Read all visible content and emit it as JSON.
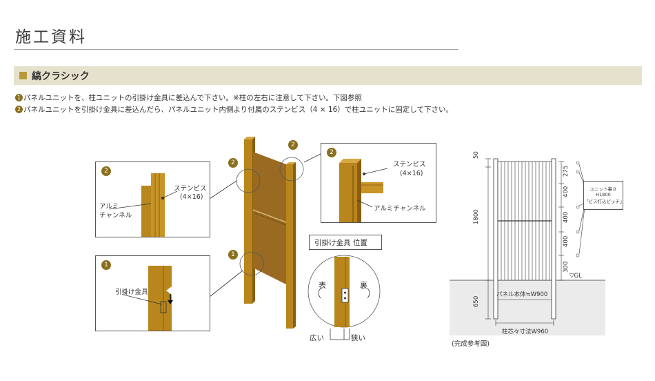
{
  "page_title": "施工資料",
  "section": {
    "title": "縞クラシック"
  },
  "instructions": [
    {
      "num": "1",
      "text": "パネルユニットを、柱ユニットの引掛け金具に差込んで下さい。※柱の左右に注意して下さい。下図参照"
    },
    {
      "num": "2",
      "text": "パネルユニットを引掛け金具に差込んだら、パネルユニット内側より付属のステンビス（4 × 16）で柱ユニットに固定して下さい。"
    }
  ],
  "detail_left_2": {
    "badge": "2",
    "screw_label": "ステンビス",
    "screw_size": "(4×16)",
    "channel_label_1": "アルミ",
    "channel_label_2": "チャンネル"
  },
  "detail_right_2": {
    "badge": "2",
    "screw_label": "ステンビス",
    "screw_size": "(4×16)",
    "channel_label": "アルミチャンネル"
  },
  "detail_left_1": {
    "badge": "1",
    "hook_label": "引掛け金具"
  },
  "callouts": {
    "top_left": "2",
    "top_right": "2",
    "bottom": "1"
  },
  "hook_position": {
    "title": "引掛け金具 位置",
    "front": "表",
    "back": "裏",
    "wide": "広い",
    "narrow": "狭い"
  },
  "elevation": {
    "dim_top": "50",
    "dim_height": "1800",
    "dim_ground": "650",
    "right_dims": [
      "275",
      "400",
      "400",
      "400",
      "300"
    ],
    "gl": "▽GL",
    "note_1": "ユニット裏さ",
    "note_2": "H1800",
    "note_3": "「ビス打込ピッチ」",
    "panel_width": "パネル本体≒W900",
    "post_width": "柱芯々寸法W960",
    "caption": "(完成参考図)"
  },
  "colors": {
    "wood": "#b8861c",
    "wood_dark": "#8a5d10",
    "panel": "#9a6a22",
    "accent": "#8a6f1e",
    "section_bg": "#e6e1cc"
  }
}
